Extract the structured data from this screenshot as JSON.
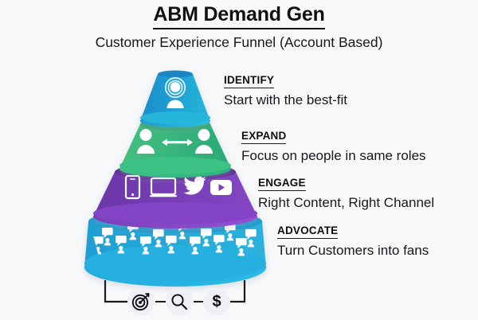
{
  "header": {
    "title": "ABM Demand Gen",
    "subtitle": "Customer Experience Funnel (Account Based)"
  },
  "funnel": {
    "stages": [
      {
        "key": "identify",
        "label": "IDENTIFY",
        "description": "Start with the best-fit",
        "color": "#1b91cf",
        "color2": "#25b4d8",
        "icons": [
          "person-target-icon"
        ]
      },
      {
        "key": "expand",
        "label": "EXPAND",
        "description": "Focus on people in same roles",
        "color": "#3cb878",
        "color2": "#2fad7c",
        "icons": [
          "person-icon",
          "double-arrow-icon",
          "person-icon"
        ]
      },
      {
        "key": "engage",
        "label": "ENGAGE",
        "description": "Right Content, Right Channel",
        "color": "#7b3fb5",
        "color2": "#6a36a4",
        "icons": [
          "mobile-phone-icon",
          "laptop-icon",
          "twitter-bird-icon",
          "youtube-icon"
        ]
      },
      {
        "key": "advocate",
        "label": "ADVOCATE",
        "description": "Turn Customers into fans",
        "color": "#23a7d8",
        "color2": "#1f9fd2",
        "icons": [
          "people-speech-bubble-icon"
        ]
      }
    ]
  },
  "footer": {
    "icons": [
      {
        "name": "target-icon",
        "glyph": "target"
      },
      {
        "name": "search-icon",
        "glyph": "magnifier"
      },
      {
        "name": "dollar-icon",
        "glyph": "$"
      }
    ]
  },
  "colors": {
    "background": "#f6f8fa",
    "text": "#16181c",
    "stage_identify": "#1b91cf",
    "stage_expand": "#3cb878",
    "stage_engage": "#7b3fb5",
    "stage_advocate": "#23a7d8"
  }
}
